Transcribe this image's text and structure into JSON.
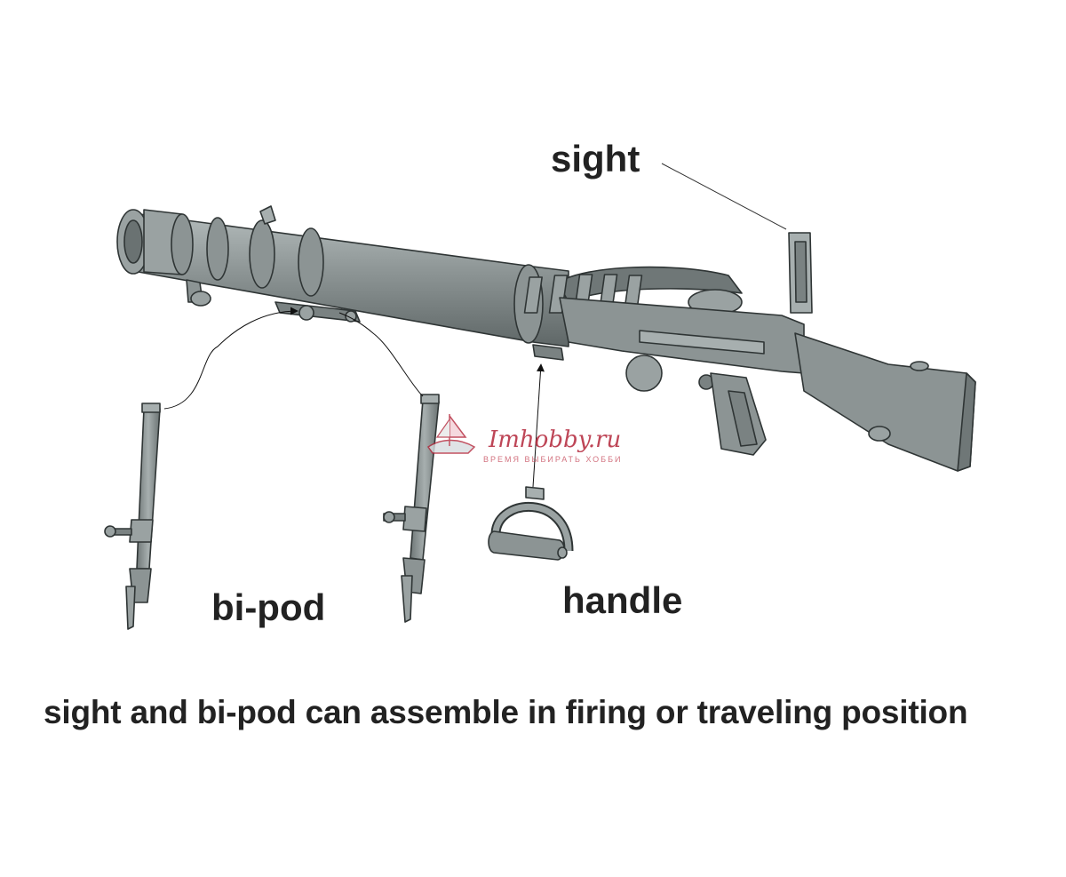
{
  "labels": {
    "sight": "sight",
    "bipod": "bi-pod",
    "handle": "handle"
  },
  "caption": "sight and bi-pod can assemble in firing or traveling position",
  "watermark": {
    "site": "Imhobby.ru",
    "tagline": "ВРЕМЯ ВЫБИРАТЬ ХОББИ"
  },
  "colors": {
    "part_fill": "#8c9494",
    "part_light": "#a7afaf",
    "part_dark": "#5f6767",
    "outline": "#2f3535",
    "label_text": "#222222",
    "watermark": "#b3263a"
  }
}
